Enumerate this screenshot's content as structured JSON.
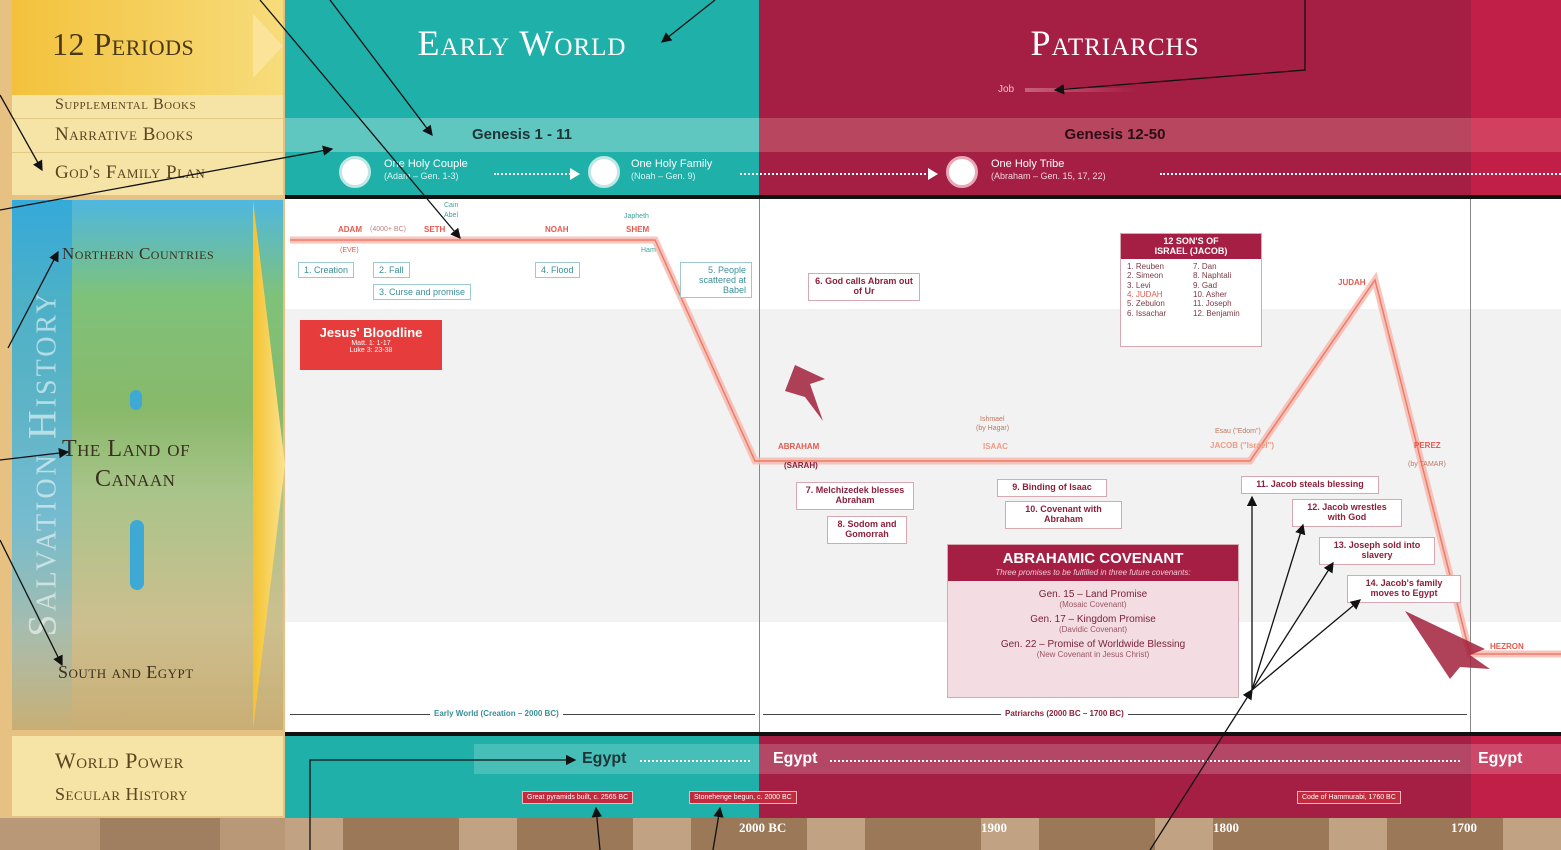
{
  "legend": {
    "periods": "12 Periods",
    "supplemental": "Supplemental Books",
    "narrative": "Narrative Books",
    "family_plan": "God's Family Plan",
    "salvation": "Salvation History",
    "northern": "Northern Countries",
    "canaan_line1": "The Land of",
    "canaan_line2": "Canaan",
    "south": "South and Egypt",
    "world_power": "World Power",
    "secular": "Secular History"
  },
  "periods": {
    "early": "Early World",
    "patriarchs": "Patriarchs"
  },
  "supplemental": {
    "job": "Job"
  },
  "narrative": {
    "early": "Genesis 1 - 11",
    "patriarchs": "Genesis 12-50"
  },
  "family_plan": {
    "couple": "One Holy Couple",
    "couple_ref": "(Adam – Gen. 1-3)",
    "family": "One Holy Family",
    "family_ref": "(Noah – Gen. 9)",
    "tribe": "One Holy Tribe",
    "tribe_ref": "(Abraham – Gen. 15, 17, 22)"
  },
  "people": {
    "adam": "ADAM",
    "adam_note": "(4000+ BC)",
    "eve": "(EVE)",
    "seth": "SETH",
    "cain": "Cain",
    "abel": "Abel",
    "noah": "NOAH",
    "japheth": "Japheth",
    "shem": "SHEM",
    "ham": "Ham",
    "abraham": "ABRAHAM",
    "sarah": "(SARAH)",
    "ishmael": "Ishmael",
    "by_hagar": "(by Hagar)",
    "isaac": "ISAAC",
    "esau": "Esau (\"Edom\")",
    "jacob": "JACOB (\"Israel\")",
    "judah": "JUDAH",
    "perez": "PEREZ",
    "by_tamar": "(by TAMAR)",
    "hezron": "HEZRON"
  },
  "events": {
    "e1": "1. Creation",
    "e2": "2. Fall",
    "e3": "3. Curse and promise",
    "e4": "4. Flood",
    "e5": "5. People scattered at Babel",
    "e6": "6. God calls Abram out of Ur",
    "e7": "7. Melchizedek blesses Abraham",
    "e8": "8. Sodom and Gomorrah",
    "e9": "9. Binding of Isaac",
    "e10": "10. Covenant with Abraham",
    "e11": "11. Jacob steals blessing",
    "e12": "12. Jacob wrestles with God",
    "e13": "13. Joseph sold into slavery",
    "e14": "14. Jacob's family moves to Egypt"
  },
  "bloodline": {
    "title": "Jesus' Bloodline",
    "ref1": "Matt. 1: 1-17",
    "ref2": "Luke 3: 23-38"
  },
  "sons": {
    "title1": "12 SON'S OF",
    "title2": "ISRAEL (JACOB)",
    "list": [
      "1. Reuben",
      "7. Dan",
      "2. Simeon",
      "8. Naphtali",
      "3. Levi",
      "9. Gad",
      "4. JUDAH",
      "10. Asher",
      "5. Zebulon",
      "11. Joseph",
      "6. Issachar",
      "12. Benjamin"
    ]
  },
  "covenant": {
    "title": "ABRAHAMIC COVENANT",
    "subtitle": "Three promises to be fulfilled in three future covenants:",
    "p1": "Gen. 15 – Land Promise",
    "p1s": "(Mosaic Covenant)",
    "p2": "Gen. 17 – Kingdom Promise",
    "p2s": "(Davidic Covenant)",
    "p3": "Gen. 22 – Promise of Worldwide Blessing",
    "p3s": "(New Covenant in Jesus Christ)"
  },
  "ranges": {
    "early": "Early World (Creation – 2000 BC)",
    "patriarchs": "Patriarchs (2000 BC – 1700 BC)"
  },
  "world_power": {
    "egypt1": "Egypt",
    "egypt2": "Egypt",
    "egypt3": "Egypt"
  },
  "secular": {
    "s1": "Great pyramids built, c. 2565 BC",
    "s2": "Stonehenge begun, c. 2000 BC",
    "s3": "Code of Hammurabi, 1760 BC"
  },
  "timeline": {
    "t1": "2000 BC",
    "t2": "1900",
    "t3": "1800",
    "t4": "1700"
  }
}
